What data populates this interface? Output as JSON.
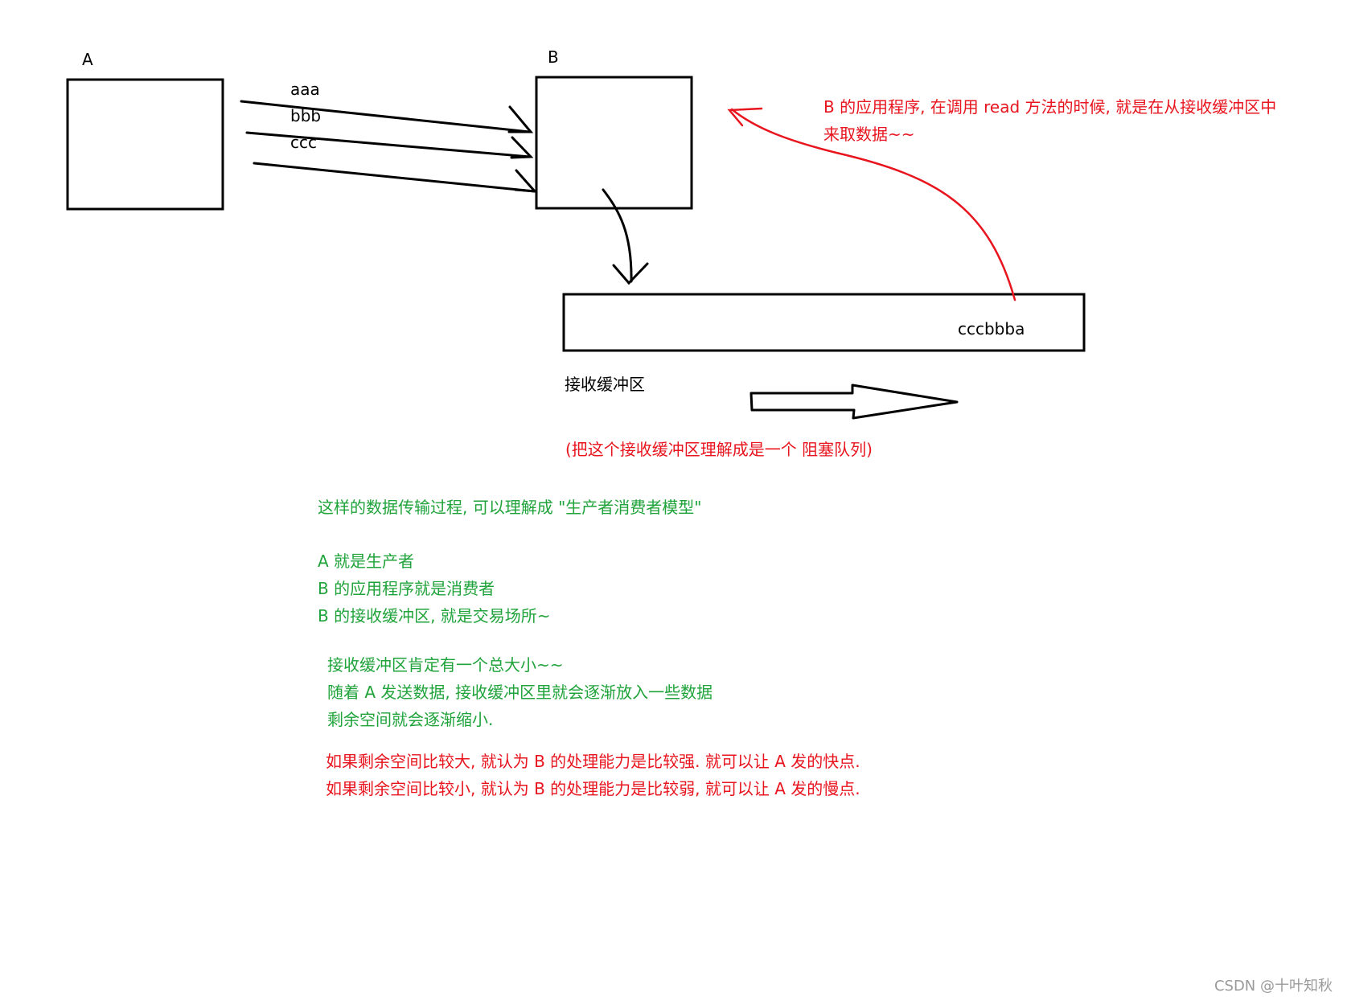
{
  "nodes": {
    "a_label": "A",
    "b_label": "B"
  },
  "messages": [
    "aaa",
    "bbb",
    "ccc"
  ],
  "buffer": {
    "content": "cccbbba",
    "caption": "接收缓冲区",
    "note": "(把这个接收缓冲区理解成是一个 阻塞队列)"
  },
  "read_note": {
    "line1": "B 的应用程序, 在调用 read 方法的时候, 就是在从接收缓冲区中",
    "line2": "来取数据~~"
  },
  "model_text": {
    "intro": "这样的数据传输过程, 可以理解成 \"生产者消费者模型\"",
    "roles": [
      "A 就是生产者",
      "B 的应用程序就是消费者",
      "B 的接收缓冲区, 就是交易场所~"
    ],
    "capacity": [
      "接收缓冲区肯定有一个总大小~~",
      "随着 A 发送数据, 接收缓冲区里就会逐渐放入一些数据",
      "剩余空间就会逐渐缩小."
    ],
    "rules": [
      "如果剩余空间比较大, 就认为 B 的处理能力是比较强. 就可以让 A 发的快点.",
      "如果剩余空间比较小, 就认为 B 的处理能力是比较弱, 就可以让 A 发的慢点."
    ]
  },
  "watermark": "CSDN @十叶知秋",
  "colors": {
    "ink": "#000000",
    "red": "#e8141e",
    "green": "#1fa33a"
  }
}
